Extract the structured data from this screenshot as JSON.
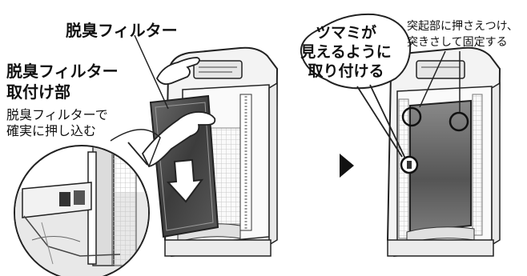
{
  "labels": {
    "filter": "脱臭フィルター",
    "attach_area_line1": "脱臭フィルター",
    "attach_area_line2": "取付け部",
    "push_line1": "脱臭フィルターで",
    "push_line2": "確実に押し込む",
    "knob_line1": "ツマミが",
    "knob_line2": "見えるように",
    "knob_line3": "取り付ける",
    "press_line1": "突起部に押さえつけ、",
    "press_line2": "突きさして固定する"
  },
  "colors": {
    "outline": "#222222",
    "filter_dark": "#4a4a4a",
    "unit_light": "#f2f2f2",
    "mesh": "#c8c8c8"
  },
  "icons": [
    "arrow-down-icon",
    "triangle-right-icon",
    "hand-icon"
  ]
}
